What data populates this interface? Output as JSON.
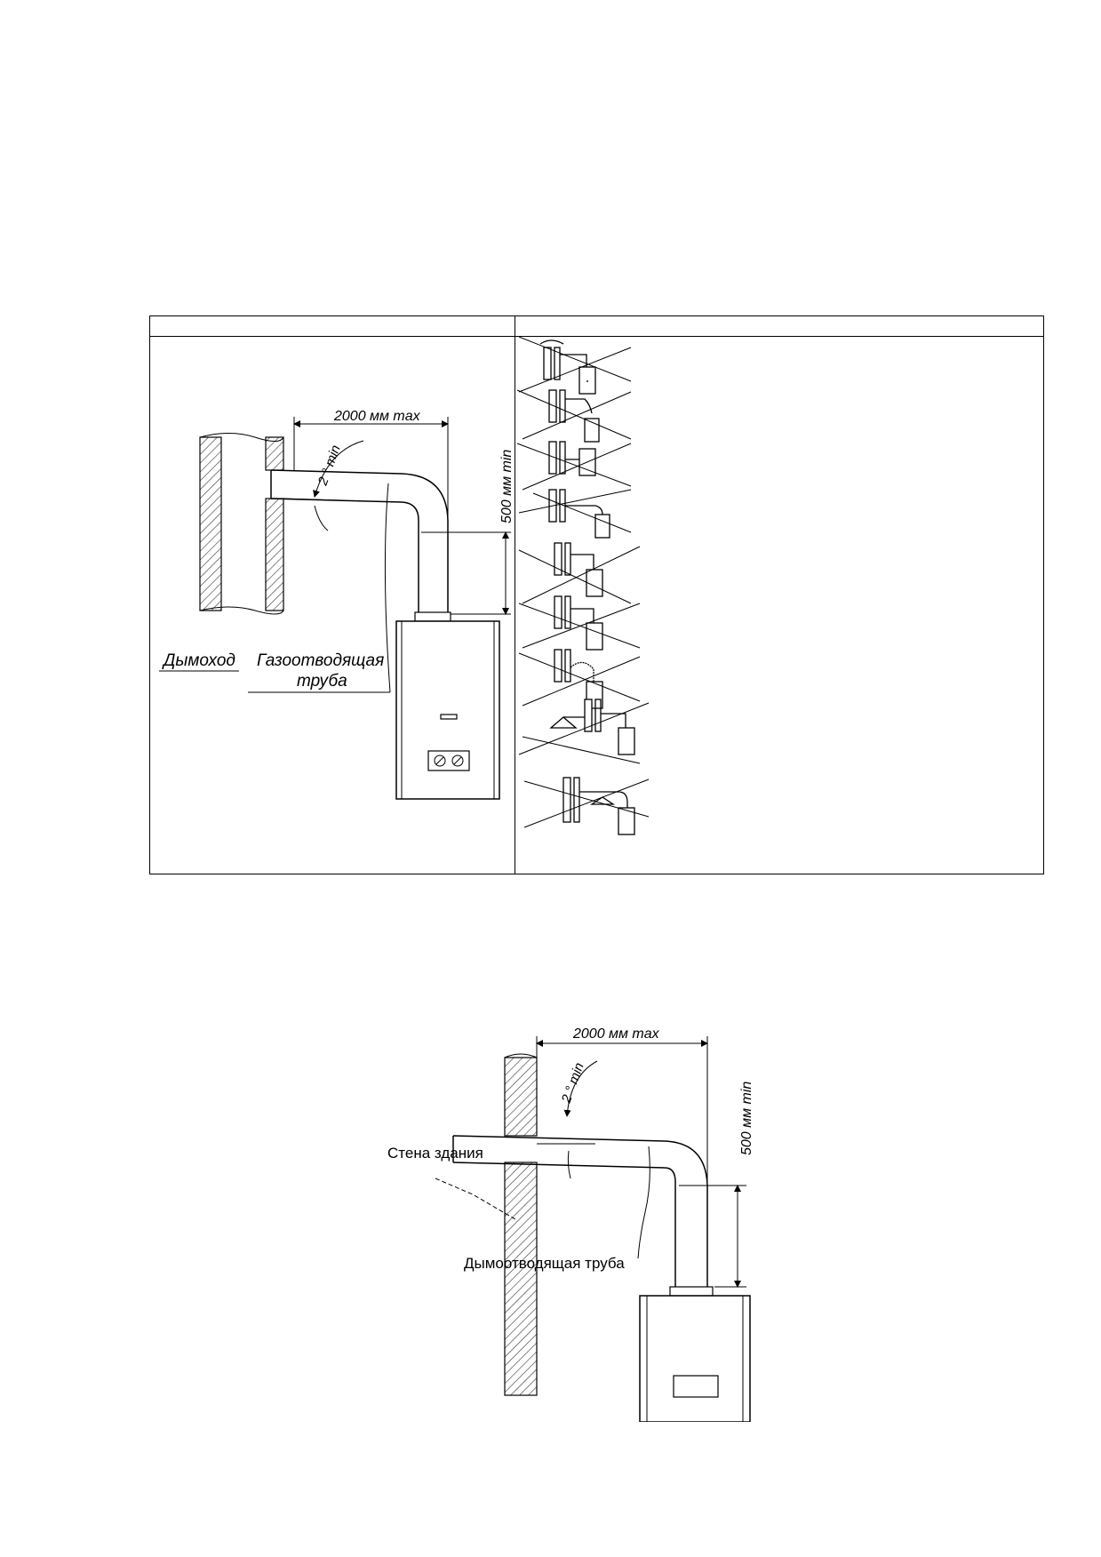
{
  "figure1": {
    "dim_length": "2000 мм max",
    "dim_angle": "2 ° min",
    "dim_height": "500 мм min",
    "label_chimney": "Дымоход",
    "label_pipe_line1": "Газоотводящая",
    "label_pipe_line2": "труба"
  },
  "figure2": {
    "dim_length": "2000 мм max",
    "dim_angle": "2 ° min",
    "dim_height": "500 мм min",
    "label_wall": "Стена здания",
    "label_pipe": "Дымоотводящая труба"
  },
  "colors": {
    "ink": "#000000",
    "hatch": "#333333"
  }
}
